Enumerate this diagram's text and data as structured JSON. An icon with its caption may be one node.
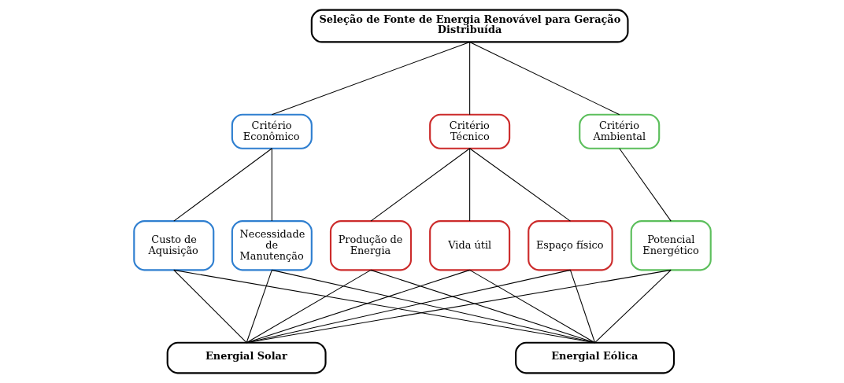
{
  "diagram": {
    "nodes": [
      {
        "text": [
          "Seleção de Fonte de Energia Renovável para Geração Distribuída"
        ]
      },
      {
        "text": [
          "Critério Econômico"
        ]
      },
      {
        "text": [
          "Critério Técnico"
        ]
      },
      {
        "text": [
          "Critério Ambiental"
        ]
      },
      {
        "text": [
          "Custo de Aquisição"
        ]
      },
      {
        "text": [
          "Necessidade de Manutenção"
        ]
      },
      {
        "text": [
          "Produção de Energia"
        ]
      },
      {
        "text": [
          "Vida útil"
        ]
      },
      {
        "text": [
          "Espaço físico"
        ]
      },
      {
        "text": [
          "Potencial Energético"
        ]
      },
      {
        "text": [
          "Energial Solar"
        ]
      },
      {
        "text": [
          "Energial Eólica"
        ]
      }
    ],
    "edges": [
      {
        "from": 0,
        "to": 1,
        "arrow": "none"
      },
      {
        "from": 0,
        "to": 2,
        "arrow": "none"
      },
      {
        "from": 0,
        "to": 3,
        "arrow": "none"
      },
      {
        "from": 1,
        "to": 4,
        "arrow": "none"
      },
      {
        "from": 1,
        "to": 5,
        "arrow": "none"
      },
      {
        "from": 2,
        "to": 6,
        "arrow": "none"
      },
      {
        "from": 2,
        "to": 7,
        "arrow": "none"
      },
      {
        "from": 2,
        "to": 8,
        "arrow": "none"
      },
      {
        "from": 3,
        "to": 9,
        "arrow": "none"
      },
      {
        "from": 4,
        "to": 10,
        "arrow": "none"
      },
      {
        "from": 4,
        "to": 11,
        "arrow": "none"
      },
      {
        "from": 5,
        "to": 10,
        "arrow": "none"
      },
      {
        "from": 5,
        "to": 11,
        "arrow": "none"
      },
      {
        "from": 6,
        "to": 10,
        "arrow": "none"
      },
      {
        "from": 6,
        "to": 11,
        "arrow": "none"
      },
      {
        "from": 7,
        "to": 10,
        "arrow": "none"
      },
      {
        "from": 7,
        "to": 11,
        "arrow": "none"
      },
      {
        "from": 8,
        "to": 10,
        "arrow": "none"
      },
      {
        "from": 8,
        "to": 11,
        "arrow": "none"
      },
      {
        "from": 9,
        "to": 10,
        "arrow": "none"
      },
      {
        "from": 9,
        "to": 11,
        "arrow": "none"
      }
    ]
  }
}
